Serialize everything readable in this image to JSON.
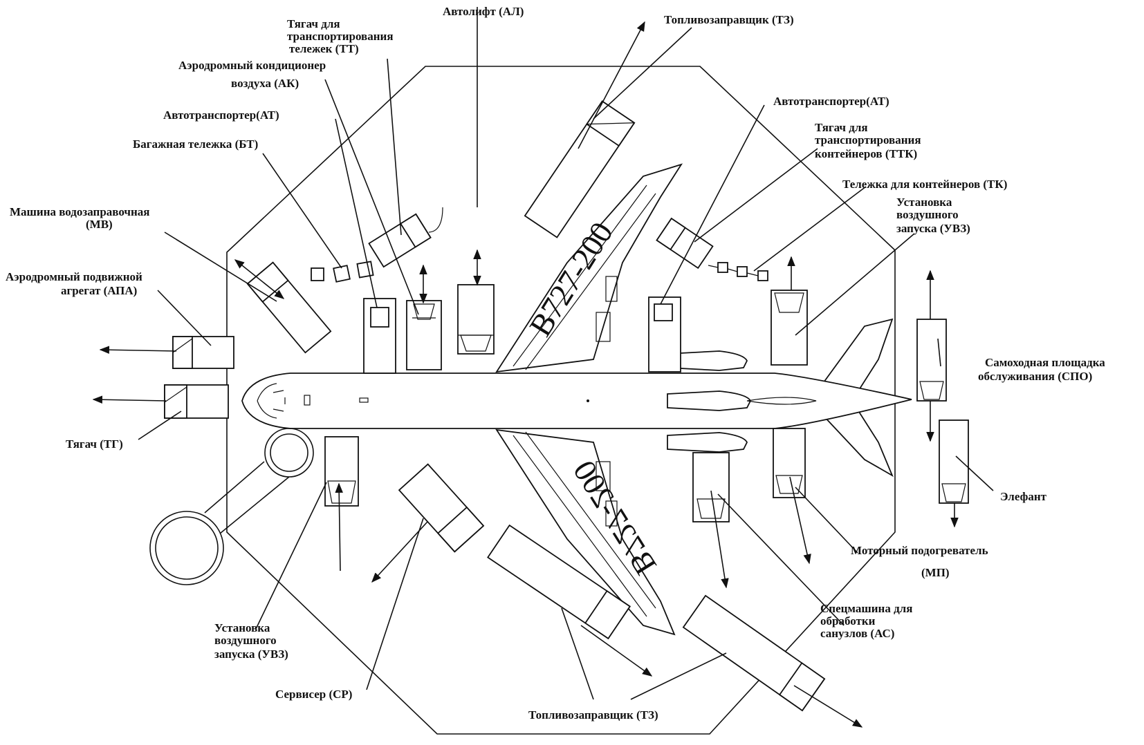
{
  "labels": {
    "autolift": "Автолифт (АЛ)",
    "fuel_top": "Топливозаправщик (ТЗ)",
    "tt_1": "Тягач для",
    "tt_2": "транспортирования",
    "tt_3": "тележек (ТТ)",
    "ak_1": "Аэродромный кондиционер",
    "ak_2": "воздуха (АК)",
    "at_left": "Автотранспортер(АТ)",
    "bt": "Багажная тележка (БТ)",
    "mv_1": "Машина водозаправочная",
    "mv_2": "(МВ)",
    "apa_1": "Аэродромный подвижной",
    "apa_2": "агрегат (АПА)",
    "tg": "Тягач (ТГ)",
    "at_right": "Автотранспортер(АТ)",
    "ttk_1": "Тягач для",
    "ttk_2": "транспортирования",
    "ttk_3": "контейнеров (ТТК)",
    "tk": "Тележка для контейнеров (ТК)",
    "uvz_r_1": "Установка",
    "uvz_r_2": "воздушного",
    "uvz_r_3": "запуска (УВЗ)",
    "spo_1": "Самоходная площадка",
    "spo_2": "обслуживания (СПО)",
    "elefant": "Элефант",
    "mp_1": "Моторный подогреватель",
    "mp_2": "(МП)",
    "as_1": "Спецмашина для",
    "as_2": "обработки",
    "as_3": "санузлов (АС)",
    "uvz_l_1": "Установка",
    "uvz_l_2": "воздушного",
    "uvz_l_3": "запуска (УВЗ)",
    "servicer": "Сервисер (СР)",
    "fuel_bottom": "Топливозаправщик (ТЗ)"
  },
  "aircraft": {
    "registration_upper": "B727-200",
    "registration_lower": "B727-200"
  }
}
